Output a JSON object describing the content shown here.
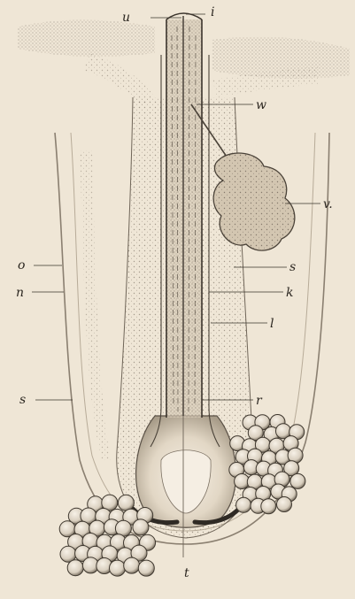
{
  "figure": {
    "labels": {
      "u": "u",
      "i": "i",
      "w": "w",
      "v": "v.",
      "o": "o",
      "n": "n",
      "s_right": "s",
      "k": "k",
      "l": "l",
      "s_left": "s",
      "r": "r",
      "t": "t"
    },
    "colors": {
      "paper": "#efe6d6",
      "ink": "#3a342c",
      "shade": "#b9ad9a",
      "bulb": "#f4ede2"
    }
  }
}
